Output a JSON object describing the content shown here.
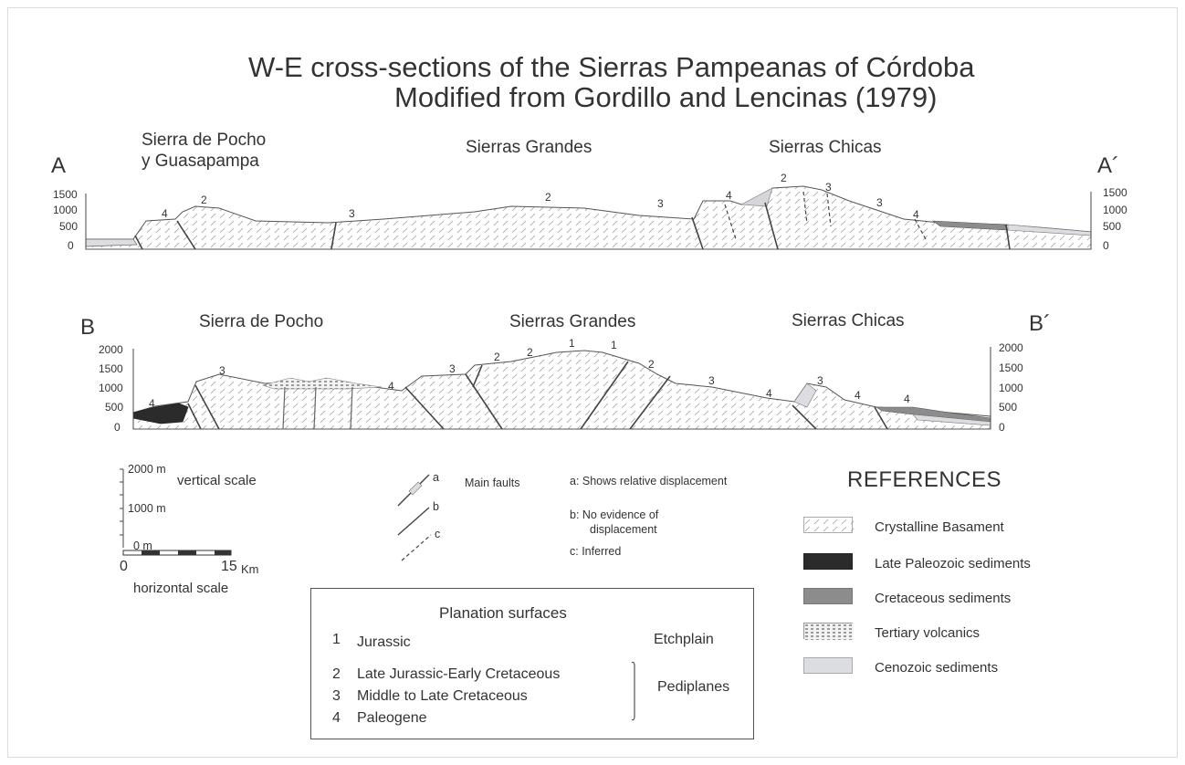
{
  "title": {
    "line1": "W-E cross-sections of the Sierras Pampeanas of Córdoba",
    "line2": "Modified from Gordillo and Lencinas (1979)"
  },
  "section_a": {
    "start_label": "A",
    "end_label": "A´",
    "regions": [
      "Sierra de Pocho",
      "y  Guasapampa",
      "Sierras Grandes",
      "Sierras Chicas"
    ],
    "ticks": [
      "1500",
      "1000",
      "500",
      "0"
    ],
    "surface_numbers": [
      "4",
      "2",
      "3",
      "2",
      "3",
      "4",
      "2",
      "3",
      "3",
      "4"
    ]
  },
  "section_b": {
    "start_label": "B",
    "end_label": "B´",
    "regions": [
      "Sierra de Pocho",
      "Sierras Grandes",
      "Sierras Chicas"
    ],
    "ticks": [
      "2000",
      "1500",
      "1000",
      "500",
      "0"
    ],
    "surface_numbers": [
      "4",
      "3",
      "4",
      "3",
      "2",
      "2",
      "1",
      "1",
      "2",
      "3",
      "4",
      "3",
      "4",
      "4"
    ]
  },
  "scale": {
    "vertical_ticks": [
      "2000 m",
      "1000 m",
      "0 m"
    ],
    "vertical_label": "vertical scale",
    "horizontal_start": "0",
    "horizontal_end": "15",
    "horizontal_unit": "Km",
    "horizontal_label": "horizontal scale"
  },
  "faults": {
    "title": "Main faults",
    "items": [
      {
        "key": "a",
        "desc": "a:  Shows relative displacement"
      },
      {
        "key": "b",
        "desc_line1": "b:  No evidence of",
        "desc_line2": "displacement"
      },
      {
        "key": "c",
        "desc": "c:  Inferred"
      }
    ]
  },
  "references": {
    "title": "REFERENCES",
    "items": [
      {
        "label": "Crystalline Basament",
        "color": "#ffffff"
      },
      {
        "label": "Late Paleozoic sediments",
        "color": "#2b2b2b"
      },
      {
        "label": "Cretaceous sediments",
        "color": "#8c8c8c"
      },
      {
        "label": "Tertiary volcanics",
        "color": "#ececec"
      },
      {
        "label": "Cenozoic sediments",
        "color": "#dcdde0"
      }
    ]
  },
  "planation": {
    "title": "Planation surfaces",
    "items": [
      {
        "num": "1",
        "label": "Jurassic"
      },
      {
        "num": "2",
        "label": "Late Jurassic-Early Cretaceous"
      },
      {
        "num": "3",
        "label": "Middle to Late Cretaceous"
      },
      {
        "num": "4",
        "label": "Paleogene"
      }
    ],
    "etchplain": "Etchplain",
    "pediplanes": "Pediplanes"
  }
}
